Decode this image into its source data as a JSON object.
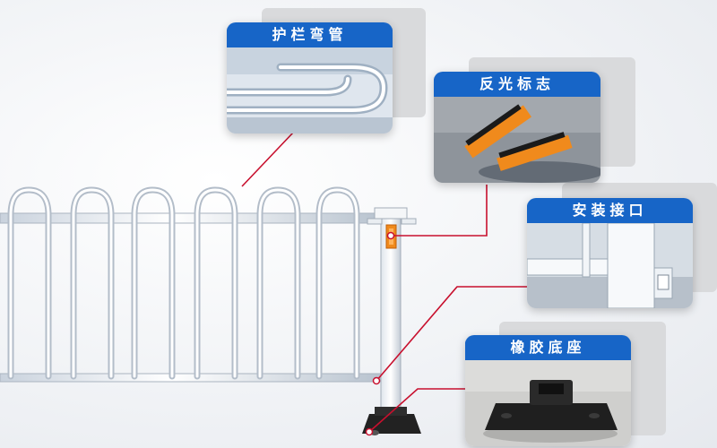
{
  "cards": {
    "bend_pipe": {
      "title": "护栏弯管"
    },
    "reflector": {
      "title": "反光标志"
    },
    "mount_joint": {
      "title": "安装接口"
    },
    "rubber_base": {
      "title": "橡胶底座"
    }
  },
  "colors": {
    "title_bar": "#1765c7",
    "callout_line": "#c8102e",
    "reflector_orange": "#f08a1c",
    "rail_white": "#ffffff",
    "base_black": "#1f1f1f"
  }
}
